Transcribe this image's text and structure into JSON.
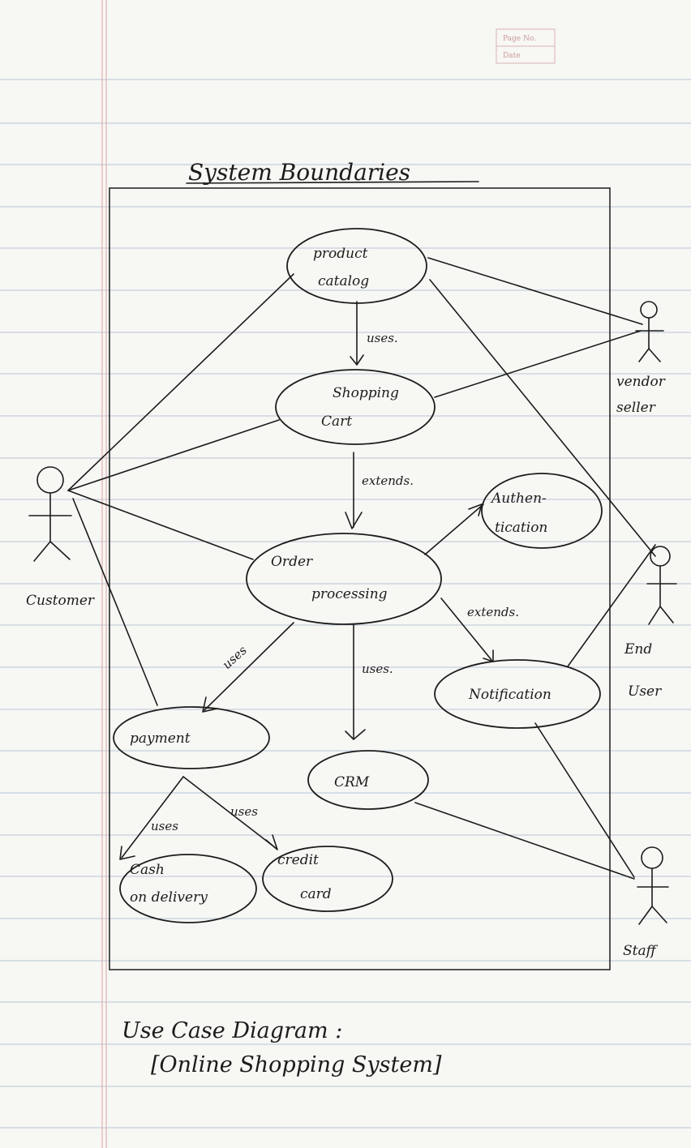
{
  "diagram": {
    "heading": "System Boundaries",
    "caption_line1": "Use Case Diagram :",
    "caption_line2": "[Online Shopping System]",
    "header_box_text": [
      "Page No.",
      "Date"
    ],
    "use_cases": {
      "product_catalog": [
        "product",
        "catalog"
      ],
      "shopping_cart": [
        "Shopping",
        "Cart"
      ],
      "order_processing": [
        "Order",
        "processing"
      ],
      "authentication": [
        "Authen-",
        "tication"
      ],
      "notification": [
        "Notification"
      ],
      "payment": [
        "payment"
      ],
      "crm": [
        "CRM"
      ],
      "cash_on_delivery": [
        "Cash",
        "on delivery"
      ],
      "credit_card": [
        "credit",
        "card"
      ]
    },
    "actors": {
      "customer": [
        "Customer"
      ],
      "vendor": [
        "vendor",
        "seller"
      ],
      "end_user": [
        "End",
        "User"
      ],
      "staff": [
        "Staff"
      ]
    },
    "relations": {
      "catalog_cart": "uses.",
      "cart_order": "extends.",
      "order_payment": "uses",
      "order_crm": "uses.",
      "order_notification": "extends.",
      "payment_cash": "uses",
      "payment_credit": "uses"
    }
  }
}
